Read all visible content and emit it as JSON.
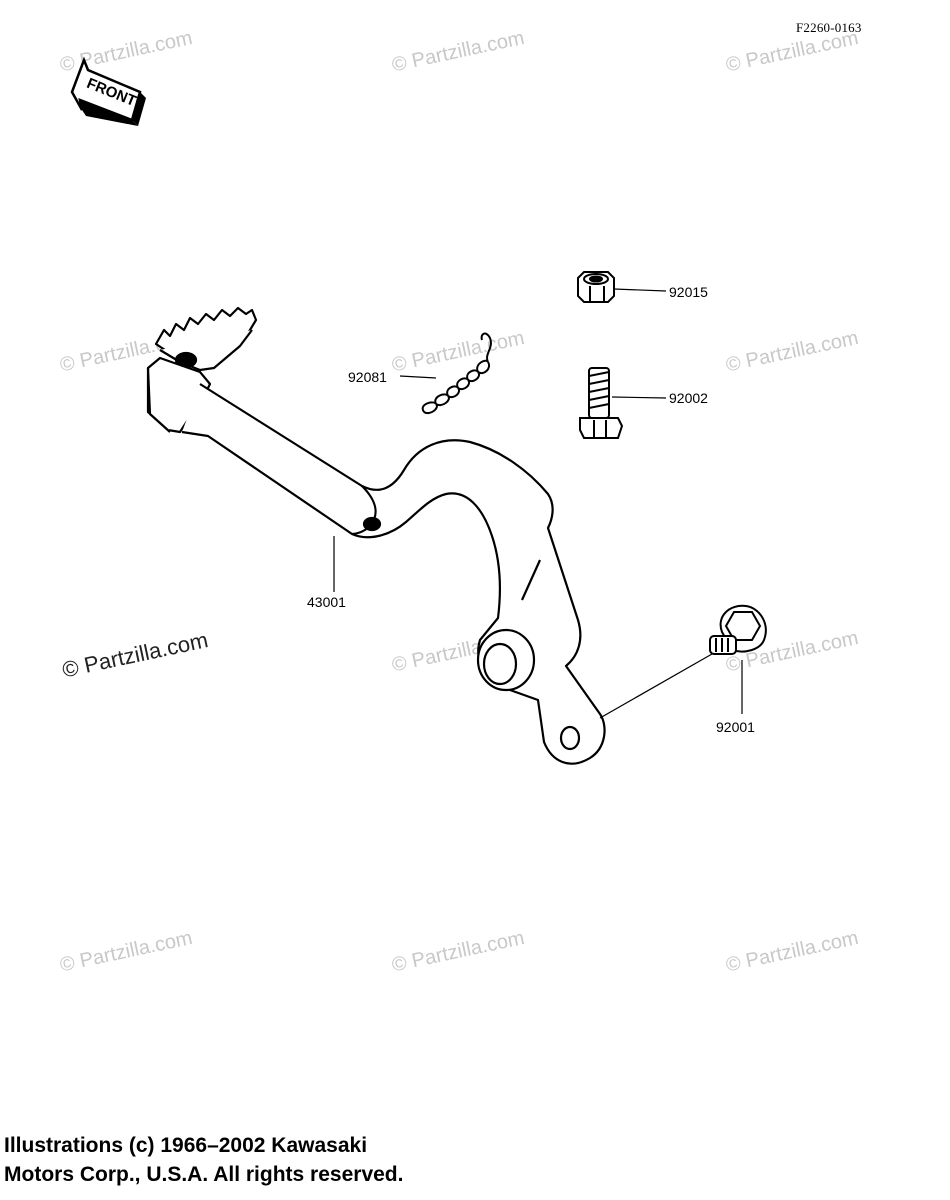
{
  "diagram_code": "F2260-0163",
  "front_label": "FRONT",
  "watermark": "© Partzilla.com",
  "parts": [
    {
      "id": "92015",
      "label": "92015"
    },
    {
      "id": "92002",
      "label": "92002"
    },
    {
      "id": "92081",
      "label": "92081"
    },
    {
      "id": "43001",
      "label": "43001"
    },
    {
      "id": "92001",
      "label": "92001"
    }
  ],
  "footer": {
    "line1": "Illustrations (c) 1966–2002 Kawasaki",
    "line2": "Motors Corp., U.S.A.  All rights reserved."
  }
}
